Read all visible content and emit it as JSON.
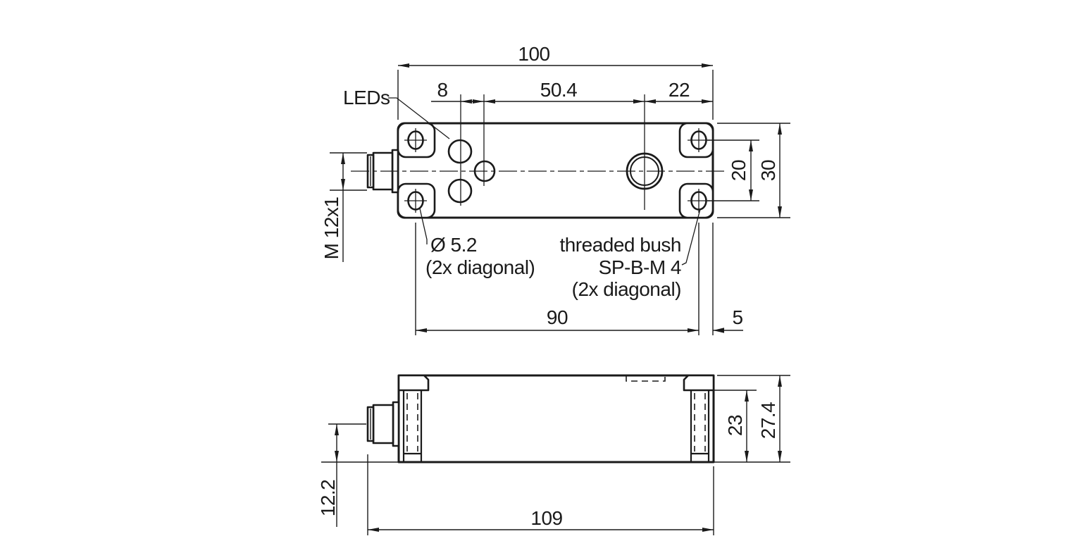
{
  "colors": {
    "line": "#1a1a1a",
    "background": "#ffffff"
  },
  "labels": {
    "leds": "LEDs",
    "connector_thread": "M 12x1",
    "hole_diameter": "Ø 5.2",
    "hole_note": "(2x diagonal)",
    "bush_name": "threaded bush",
    "bush_type": "SP-B-M 4",
    "bush_note": "(2x diagonal)"
  },
  "dimensions": {
    "d100": "100",
    "d8": "8",
    "d50_4": "50.4",
    "d22": "22",
    "d20": "20",
    "d30": "30",
    "d90": "90",
    "d5": "5",
    "d12_2": "12.2",
    "d23": "23",
    "d27_4": "27.4",
    "d109": "109"
  }
}
